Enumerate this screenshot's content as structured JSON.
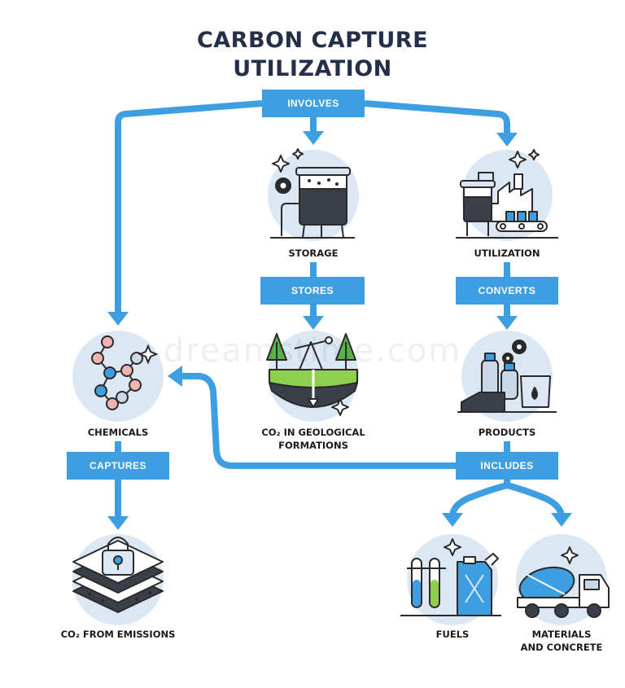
{
  "title": {
    "line1": "CARBON CAPTURE",
    "line2": "UTILIZATION"
  },
  "connectors": {
    "involves": "INVOLVES",
    "stores": "STORES",
    "converts": "CONVERTS",
    "captures": "CAPTURES",
    "includes": "INCLUDES"
  },
  "nodes": {
    "storage": "STORAGE",
    "utilization": "UTILIZATION",
    "chemicals": "CHEMICALS",
    "geological_1": "CO₂ IN GEOLOGICAL",
    "geological_2": "FORMATIONS",
    "products": "PRODUCTS",
    "emissions": "CO₂ FROM EMISSIONS",
    "fuels": "FUELS",
    "materials_1": "MATERIALS",
    "materials_2": "AND CONCRETE"
  },
  "watermark": "dreamstime.com",
  "colors": {
    "accent": "#3d9ee1",
    "circle": "#dbe8f4",
    "title": "#243049",
    "outline": "#2a2a2a"
  }
}
